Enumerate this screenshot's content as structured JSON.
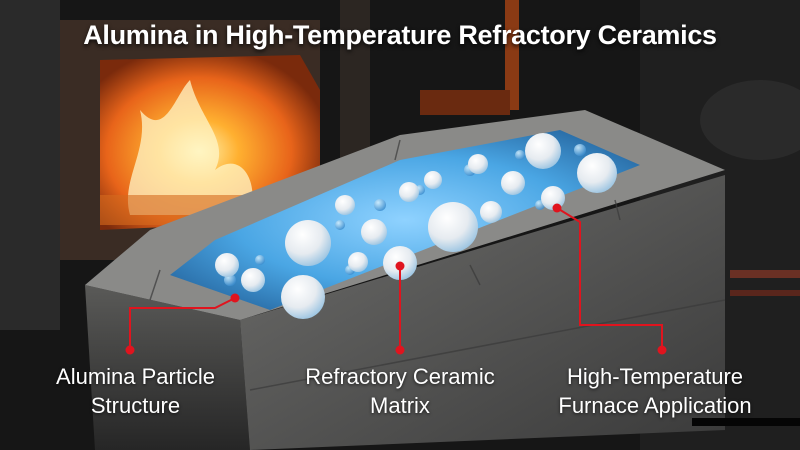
{
  "title": "Alumina in High-Temperature Refractory Ceramics",
  "colors": {
    "callout_red": "#e0141e",
    "text_white": "#ffffff",
    "fire_orange": "#ff8a1c",
    "alumina_sphere": "#eef2f6",
    "matrix_blue": "#5ab4ee",
    "concrete_gray": "#7a7a78"
  },
  "scene": {
    "background": "industrial furnace interior with open fire",
    "subject": "cutaway refractory ceramic block filled with alumina spheres"
  },
  "callouts": [
    {
      "id": "alumina-particle-structure",
      "line1": "Alumina Particle",
      "line2": "Structure"
    },
    {
      "id": "refractory-ceramic-matrix",
      "line1": "Refractory Ceramic",
      "line2": "Matrix"
    },
    {
      "id": "high-temperature-furnace-application",
      "line1": "High-Temperature",
      "line2": "Furnace Application"
    }
  ]
}
